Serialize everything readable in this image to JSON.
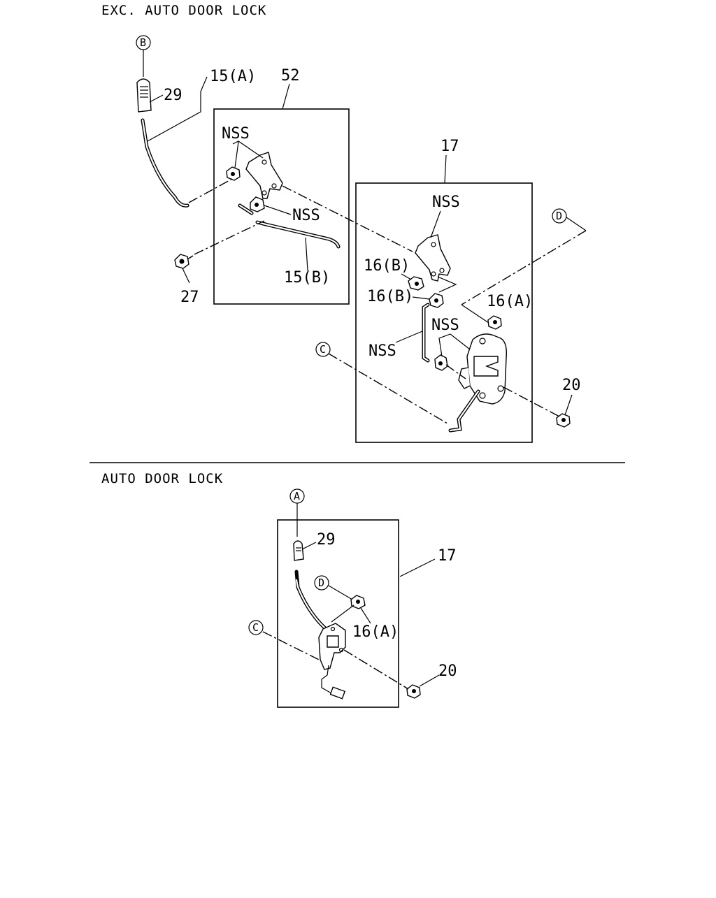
{
  "sections": {
    "top": "EXC. AUTO DOOR LOCK",
    "bottom": "AUTO DOOR LOCK"
  },
  "refs": {
    "A": "A",
    "B": "B",
    "C": "C",
    "D": "D"
  },
  "labels": {
    "p15a": "15(A)",
    "p29_top": "29",
    "p52": "52",
    "nss_1": "NSS",
    "nss_2": "NSS",
    "p15b": "15(B)",
    "p27": "27",
    "p17_top": "17",
    "nss_3": "NSS",
    "p16b_1": "16(B)",
    "p16b_2": "16(B)",
    "p16a_top": "16(A)",
    "nss_4": "NSS",
    "nss_5": "NSS",
    "p20_top": "20",
    "p29_bottom": "29",
    "p17_bottom": "17",
    "p16a_bottom": "16(A)",
    "p20_bottom": "20"
  }
}
